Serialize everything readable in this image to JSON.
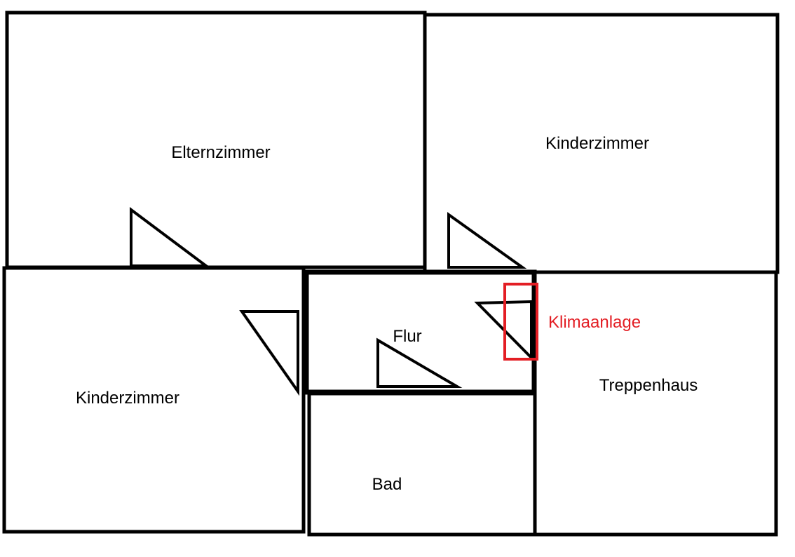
{
  "rooms": [
    {
      "id": "elternzimmer",
      "label": "Elternzimmer"
    },
    {
      "id": "kinderzimmer-top",
      "label": "Kinderzimmer"
    },
    {
      "id": "kinderzimmer-bottom",
      "label": "Kinderzimmer"
    },
    {
      "id": "flur",
      "label": "Flur"
    },
    {
      "id": "bad",
      "label": "Bad"
    },
    {
      "id": "treppenhaus",
      "label": "Treppenhaus"
    }
  ],
  "annotation": {
    "label": "Klimaanlage",
    "color": "#e31e24"
  },
  "colors": {
    "wall": "#000000",
    "background": "#ffffff"
  }
}
